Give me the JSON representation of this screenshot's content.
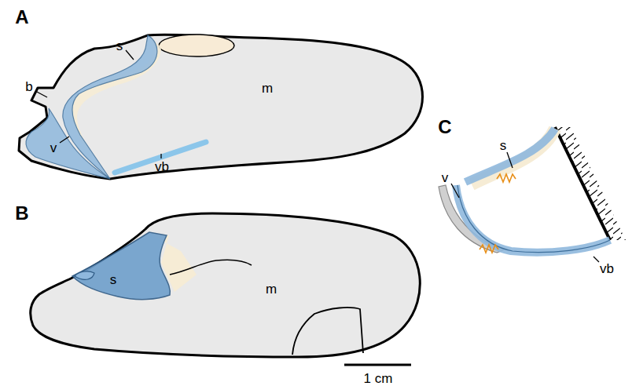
{
  "diagram": {
    "labels": [
      "A",
      "s",
      "b",
      "m",
      "v",
      "vb",
      "C",
      "s",
      "v",
      "vb",
      "B",
      "s",
      "m",
      "1 cm"
    ]
  }
}
